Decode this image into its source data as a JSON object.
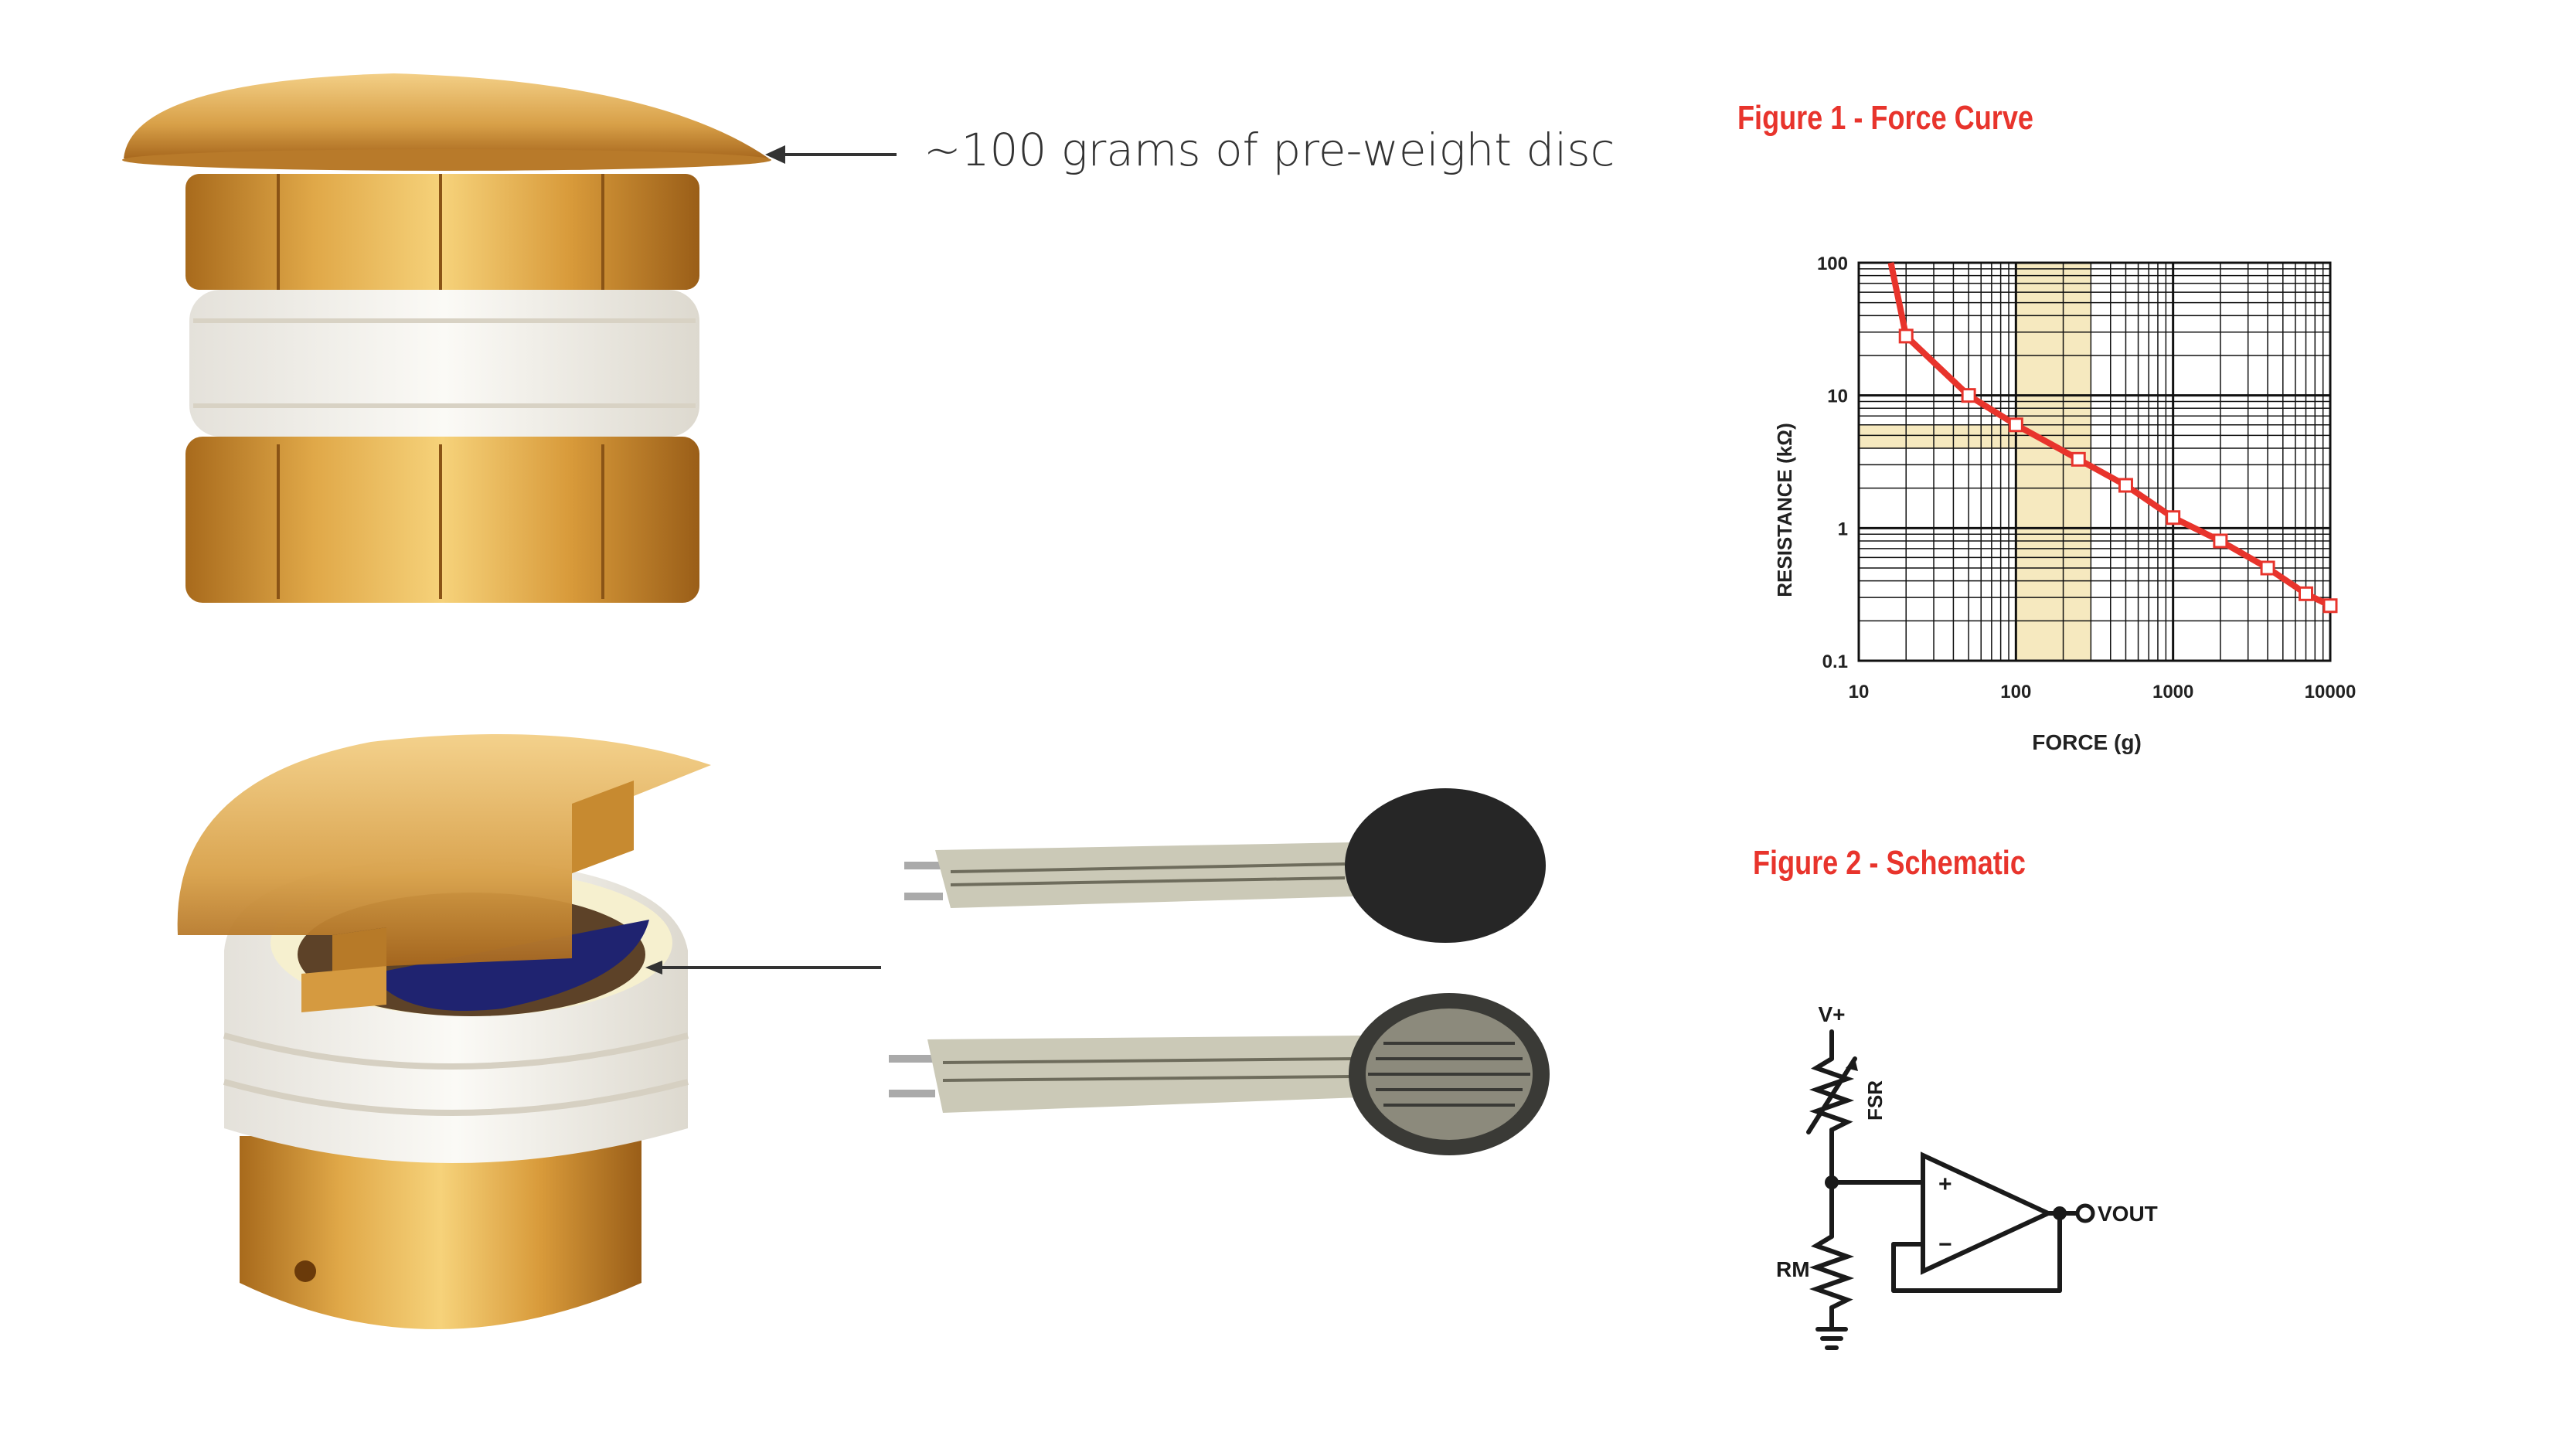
{
  "annotation": {
    "text": "~100 grams of pre-weight disc"
  },
  "figure1": {
    "title": "Figure 1 - Force Curve"
  },
  "figure2": {
    "title": "Figure 2 - Schematic"
  },
  "chart_data": {
    "type": "line",
    "title": "Figure 1 - Force Curve",
    "xlabel": "FORCE (g)",
    "ylabel": "RESISTANCE (kΩ)",
    "xscale": "log",
    "yscale": "log",
    "xlim": [
      10,
      10000
    ],
    "ylim": [
      0.1,
      100
    ],
    "x_ticks": [
      "10",
      "100",
      "1000",
      "10000"
    ],
    "y_ticks": [
      "0.1",
      "1",
      "10",
      "100"
    ],
    "grid": true,
    "highlight_band_x": [
      100,
      300
    ],
    "highlight_band_y": [
      4,
      6
    ],
    "series": [
      {
        "color": "#e8342c",
        "x": [
          20,
          50,
          100,
          250,
          500,
          1000,
          2000,
          4000,
          7000,
          10000
        ],
        "y": [
          28,
          10,
          6,
          3.3,
          2.1,
          1.2,
          0.8,
          0.5,
          0.32,
          0.26
        ]
      }
    ]
  },
  "schematic": {
    "labels": {
      "vplus": "V+",
      "fsr": "FSR",
      "rm": "RM",
      "vout": "VOUT",
      "plus": "+",
      "minus": "−"
    }
  },
  "colors": {
    "accent": "#e8342c",
    "gold": "#c8902a",
    "white_plastic": "#f1eee4",
    "sensor_blue": "#1f2370"
  }
}
